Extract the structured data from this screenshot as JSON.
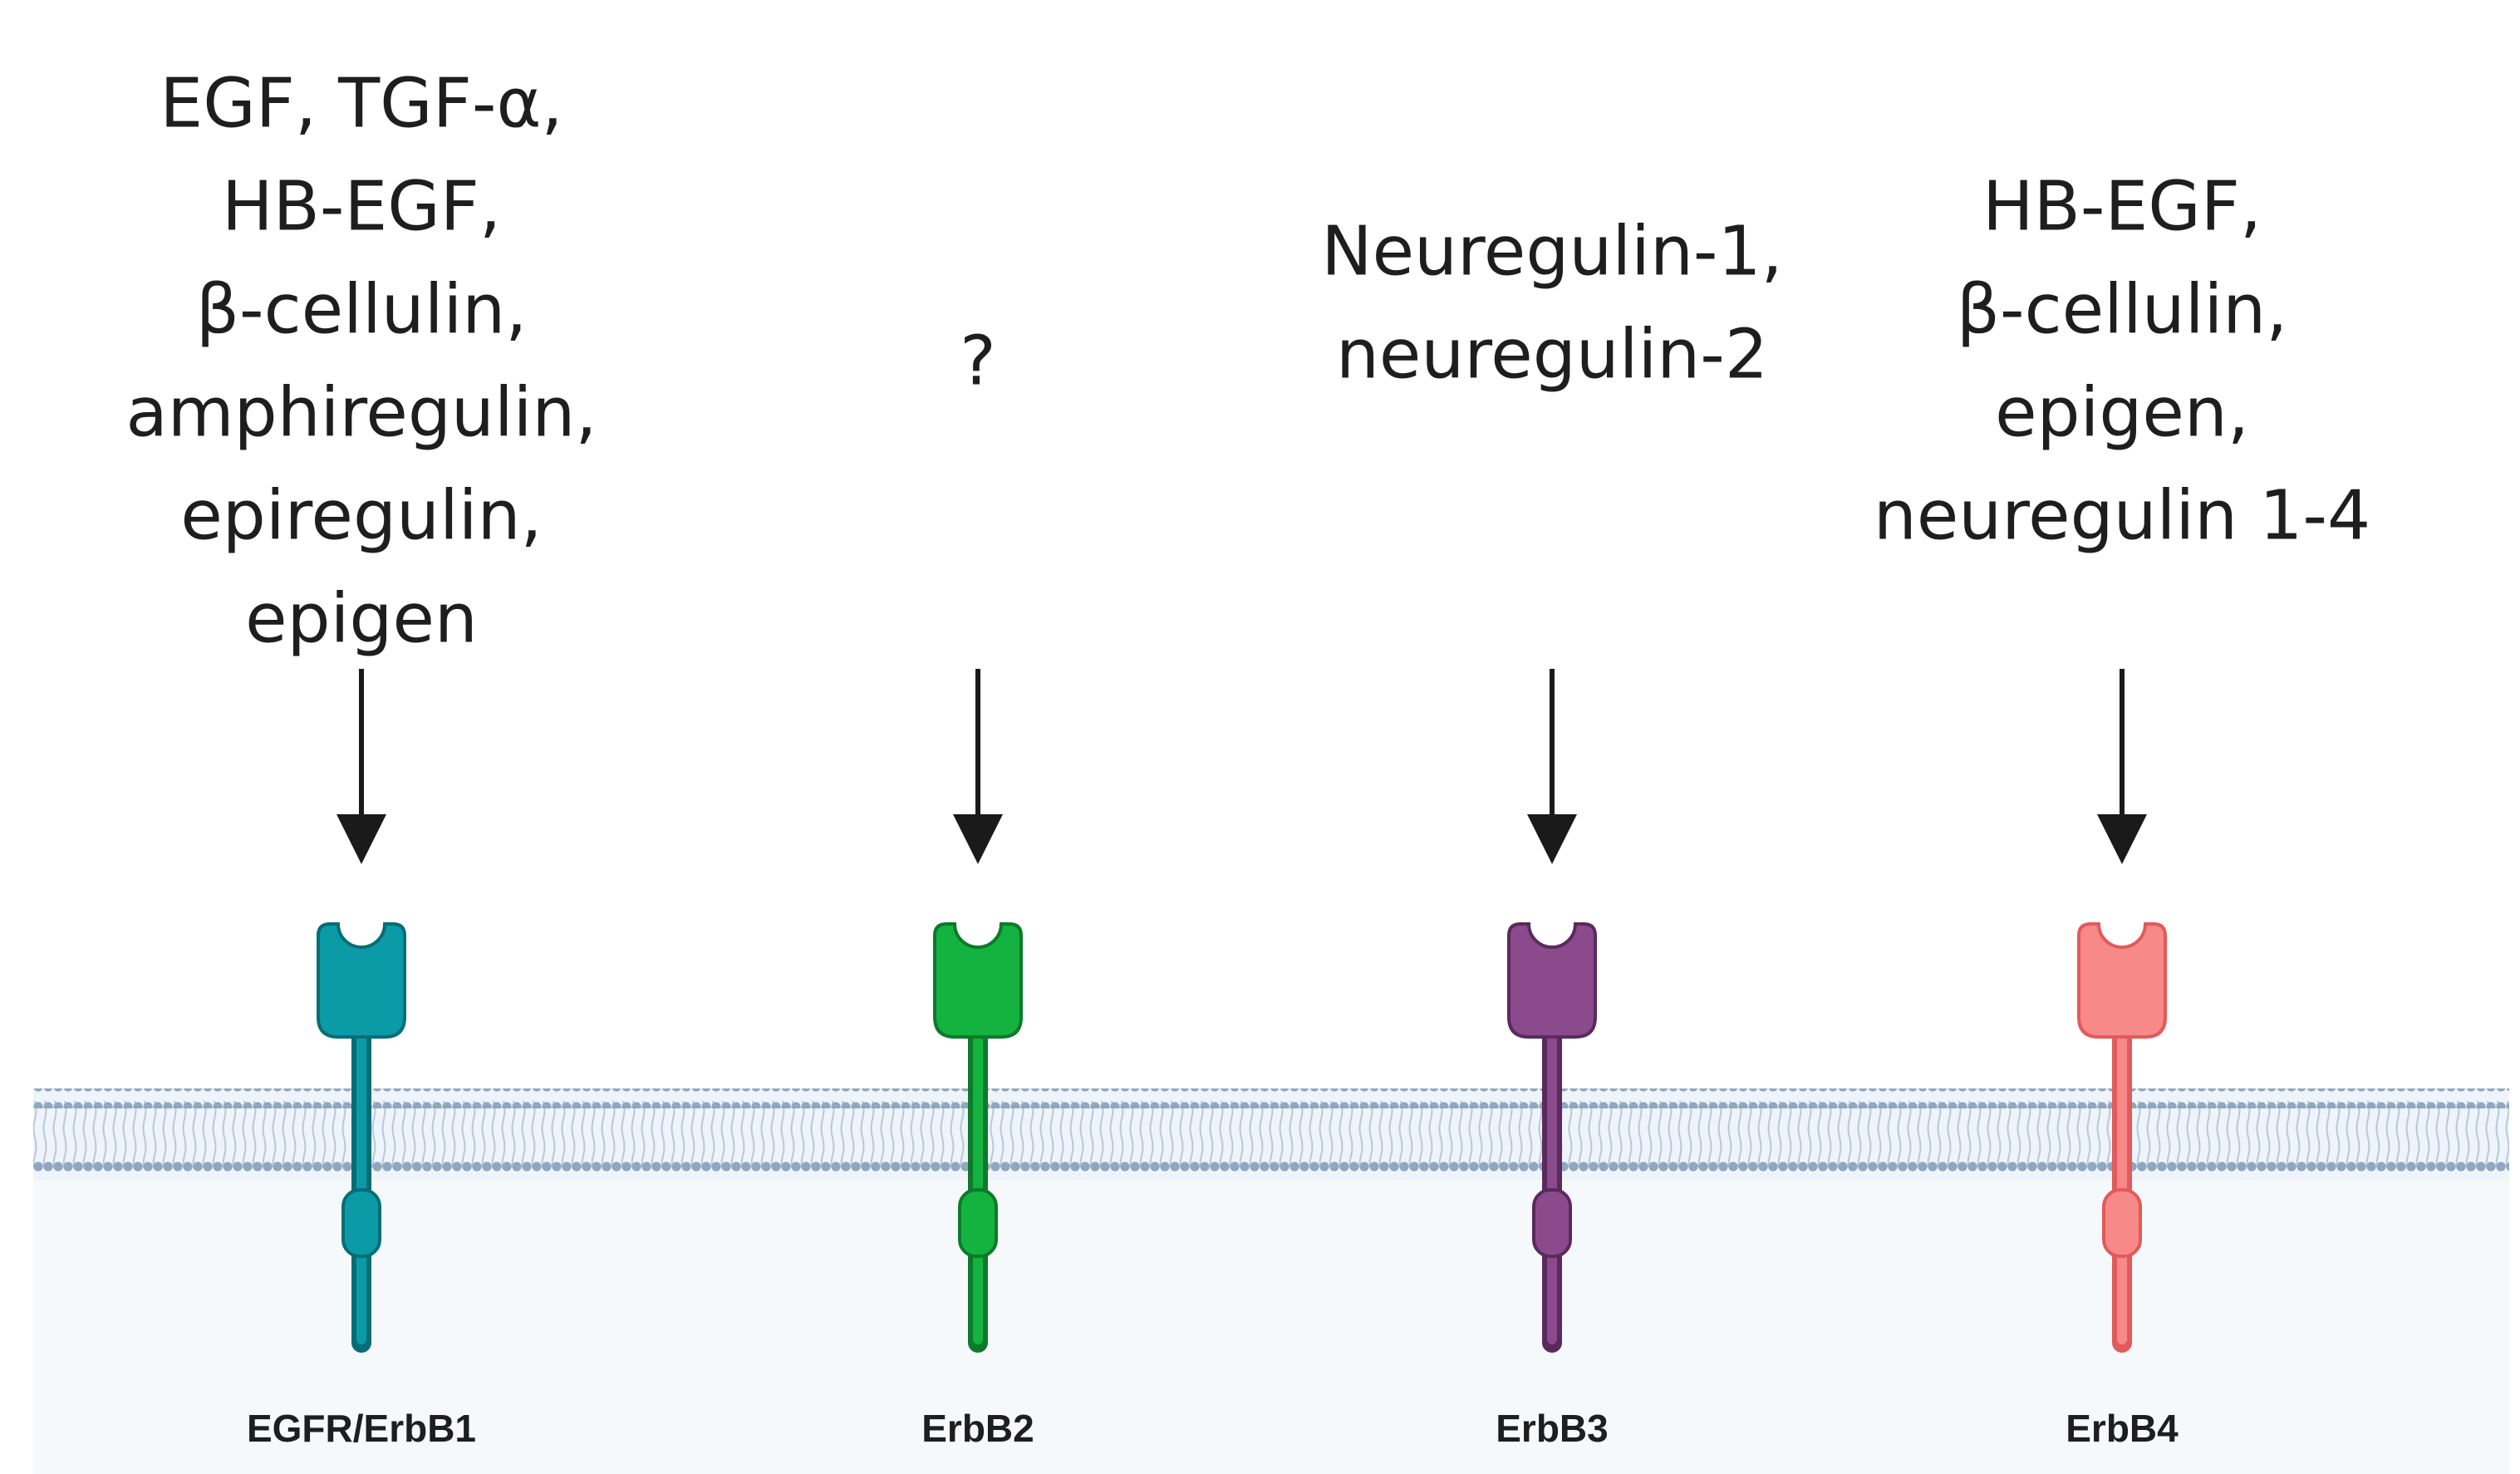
{
  "receptors": [
    {
      "name": "EGFR/ErbB1",
      "ligands": [
        "EGF, TGF-α,",
        "HB-EGF,",
        "β-cellulin,",
        "amphiregulin,",
        "epiregulin,",
        "epigen"
      ],
      "fill": "#0b9ba6",
      "stroke": "#066d76"
    },
    {
      "name": "ErbB2",
      "ligands": [
        "?"
      ],
      "fill": "#14b33f",
      "stroke": "#0c7a2a"
    },
    {
      "name": "ErbB3",
      "ligands": [
        "Neuregulin-1,",
        "neuregulin-2"
      ],
      "fill": "#8a4a8c",
      "stroke": "#5a2a5e"
    },
    {
      "name": "ErbB4",
      "ligands": [
        "HB-EGF,",
        "β-cellulin,",
        "epigen,",
        "neuregulin 1-4"
      ],
      "fill": "#f78a88",
      "stroke": "#e25a5a"
    }
  ],
  "colors": {
    "membrane_head": "#8fa8c0",
    "membrane_tail": "#b8c8d8",
    "membrane_band": "#eef4fa",
    "cytoplasm": "#f6f9fc",
    "arrow": "#1a1a1a"
  }
}
